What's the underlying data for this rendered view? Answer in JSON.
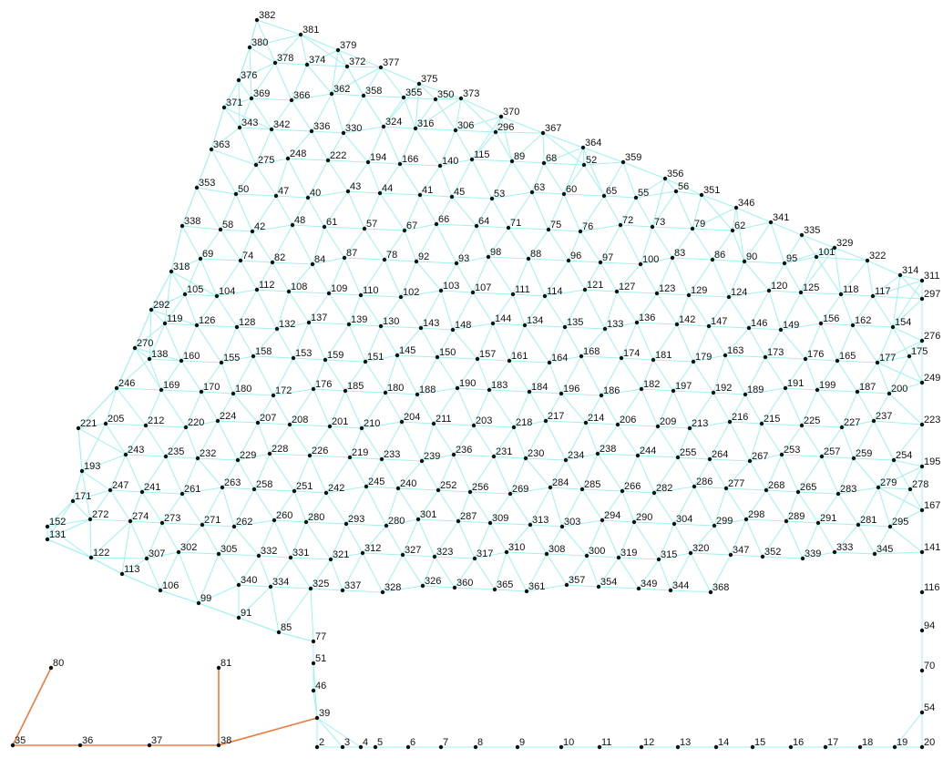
{
  "colors": {
    "mesh_edge": "#9ff2ee",
    "node": "#111111",
    "label": "#111111",
    "outline": "#f07a3a",
    "background": "#ffffff"
  },
  "boundary_labels": [
    "382",
    "381",
    "379",
    "377",
    "375",
    "373",
    "370",
    "367",
    "364",
    "359",
    "356",
    "351",
    "346",
    "341",
    "335",
    "329",
    "322",
    "314",
    "311",
    "297",
    "276",
    "249",
    "223",
    "195",
    "167",
    "141",
    "116",
    "94",
    "70",
    "54",
    "20",
    "19",
    "18",
    "17",
    "16",
    "15",
    "14",
    "13",
    "12",
    "11",
    "10",
    "9",
    "8",
    "7",
    "6",
    "5",
    "4",
    "3",
    "2",
    "39",
    "46",
    "51",
    "77",
    "85",
    "91",
    "99",
    "106",
    "113",
    "122",
    "131",
    "152",
    "171",
    "193",
    "221",
    "246",
    "270",
    "292",
    "318",
    "338",
    "353",
    "363",
    "371",
    "376",
    "380"
  ],
  "interior_labels": [
    "378",
    "374",
    "372",
    "369",
    "366",
    "362",
    "358",
    "355",
    "350",
    "343",
    "342",
    "336",
    "330",
    "324",
    "316",
    "306",
    "296",
    "275",
    "248",
    "222",
    "194",
    "166",
    "140",
    "115",
    "89",
    "68",
    "52",
    "50",
    "47",
    "40",
    "43",
    "44",
    "41",
    "45",
    "53",
    "63",
    "60",
    "65",
    "55",
    "56",
    "58",
    "42",
    "48",
    "61",
    "57",
    "67",
    "66",
    "64",
    "71",
    "75",
    "76",
    "72",
    "73",
    "79",
    "62",
    "69",
    "74",
    "82",
    "84",
    "87",
    "78",
    "92",
    "93",
    "98",
    "88",
    "96",
    "97",
    "100",
    "83",
    "86",
    "90",
    "95",
    "101",
    "105",
    "104",
    "112",
    "108",
    "109",
    "110",
    "102",
    "103",
    "107",
    "111",
    "114",
    "121",
    "127",
    "123",
    "129",
    "124",
    "120",
    "125",
    "118",
    "117",
    "119",
    "126",
    "128",
    "132",
    "137",
    "139",
    "130",
    "143",
    "148",
    "144",
    "134",
    "135",
    "133",
    "136",
    "142",
    "147",
    "146",
    "149",
    "156",
    "162",
    "154",
    "138",
    "160",
    "155",
    "158",
    "153",
    "159",
    "151",
    "145",
    "150",
    "157",
    "161",
    "164",
    "168",
    "174",
    "181",
    "179",
    "163",
    "173",
    "176",
    "165",
    "177",
    "175",
    "169",
    "170",
    "180",
    "172",
    "176b",
    "185",
    "180b",
    "188",
    "190",
    "183",
    "184",
    "196",
    "186",
    "182",
    "197",
    "192",
    "189",
    "191",
    "199",
    "187",
    "200",
    "205",
    "212",
    "220",
    "224",
    "207",
    "208",
    "201",
    "210",
    "204",
    "211",
    "203",
    "218",
    "217",
    "214",
    "206",
    "209",
    "213",
    "216",
    "215",
    "225",
    "227",
    "237",
    "243",
    "235",
    "232",
    "229",
    "228",
    "226",
    "219",
    "233",
    "239",
    "236",
    "231",
    "230",
    "234",
    "238",
    "244",
    "255",
    "264",
    "267",
    "253",
    "257",
    "259",
    "254",
    "247",
    "241",
    "261",
    "263",
    "258",
    "251",
    "242",
    "245",
    "240",
    "252",
    "256",
    "269",
    "284",
    "285",
    "266",
    "282",
    "286",
    "277",
    "268",
    "265",
    "283",
    "279",
    "278",
    "272",
    "274",
    "273",
    "271",
    "262",
    "260",
    "280",
    "293",
    "280b",
    "301",
    "287",
    "309",
    "313",
    "303",
    "294",
    "290",
    "304",
    "299",
    "298",
    "289",
    "291",
    "281",
    "295",
    "307",
    "302",
    "305",
    "332",
    "331",
    "321",
    "312",
    "327",
    "323",
    "317",
    "310",
    "308",
    "300",
    "319",
    "315",
    "320",
    "347",
    "352",
    "339",
    "333",
    "345",
    "340",
    "334",
    "325",
    "337",
    "328",
    "326",
    "360",
    "365",
    "361",
    "357",
    "354",
    "349",
    "344",
    "368"
  ],
  "outline_labels": [
    "80",
    "81",
    "35",
    "36",
    "37",
    "38"
  ]
}
